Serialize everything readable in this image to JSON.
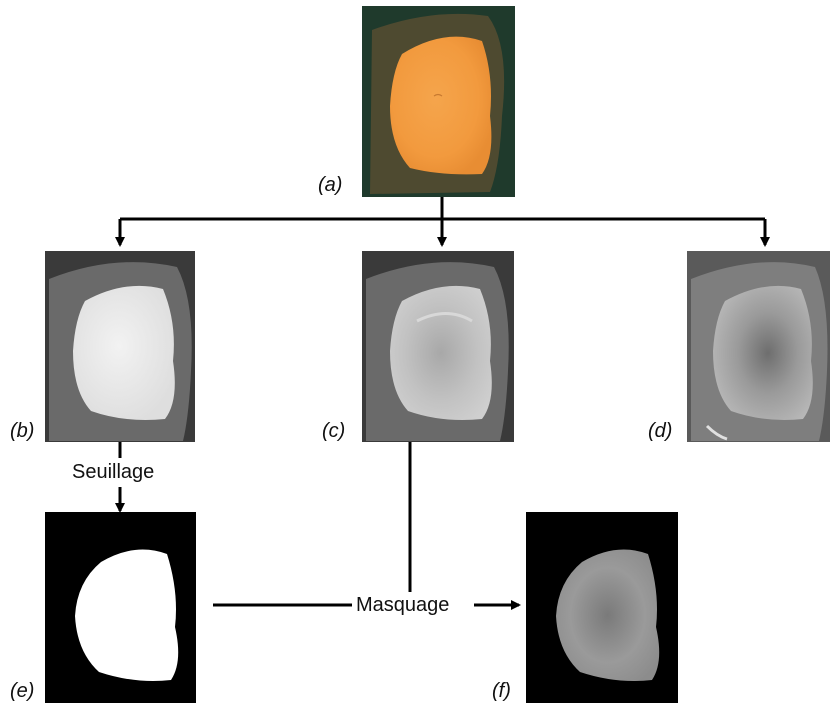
{
  "panels": {
    "a": {
      "label": "(a)"
    },
    "b": {
      "label": "(b)"
    },
    "c": {
      "label": "(c)"
    },
    "d": {
      "label": "(d)"
    },
    "e": {
      "label": "(e)"
    },
    "f": {
      "label": "(f)"
    }
  },
  "steps": {
    "threshold": "Seuillage",
    "masking": "Masquage"
  },
  "colors": {
    "tissue_orange": "#f2a24a",
    "background_green": "#203a2c",
    "arrow": "#000000"
  }
}
